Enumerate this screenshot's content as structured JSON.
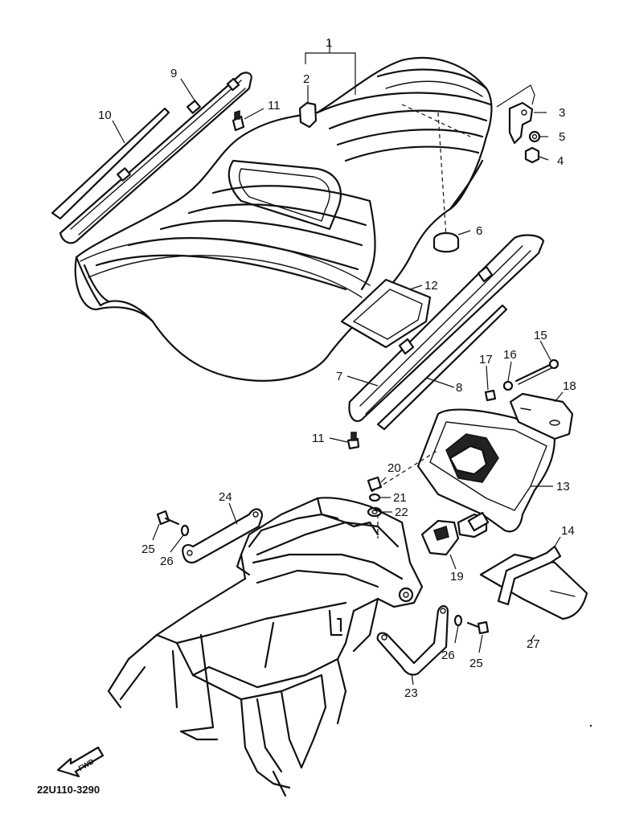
{
  "diagram": {
    "catalog_code": "22U110-3290",
    "find_label": "FWD",
    "callouts": {
      "c1": "1",
      "c2": "2",
      "c3": "3",
      "c4": "4",
      "c5": "5",
      "c6": "6",
      "c7": "7",
      "c8": "8",
      "c9": "9",
      "c10": "10",
      "c11a": "11",
      "c11b": "11",
      "c12": "12",
      "c13": "13",
      "c14": "14",
      "c15": "15",
      "c16": "16",
      "c17": "17",
      "c18": "18",
      "c19": "19",
      "c20": "20",
      "c21": "21",
      "c22": "22",
      "c23": "23",
      "c24": "24",
      "c25a": "25",
      "c25b": "25",
      "c26a": "26",
      "c26b": "26",
      "c27": "27"
    }
  }
}
